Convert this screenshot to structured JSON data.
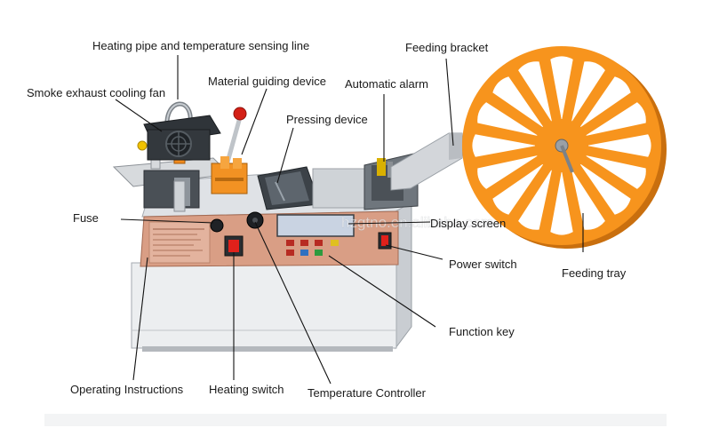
{
  "labels": {
    "heating_pipe": "Heating pipe and temperature sensing line",
    "feeding_bracket": "Feeding bracket",
    "smoke_fan": "Smoke exhaust cooling fan",
    "material_guide": "Material guiding device",
    "automatic_alarm": "Automatic alarm",
    "pressing_device": "Pressing device",
    "fuse": "Fuse",
    "display_screen": "Display screen",
    "power_switch": "Power switch",
    "feeding_tray": "Feeding tray",
    "function_key": "Function key",
    "operating_instructions": "Operating Instructions",
    "heating_switch": "Heating switch",
    "temperature_controller": "Temperature Controller"
  },
  "watermark": "hzgtno.en.alibaba.com",
  "colors": {
    "panel": "#d89f86",
    "body": "#e6e8eb",
    "reel": "#f7941d",
    "switch_red": "#e0211b",
    "display": "#c9d3e2"
  }
}
